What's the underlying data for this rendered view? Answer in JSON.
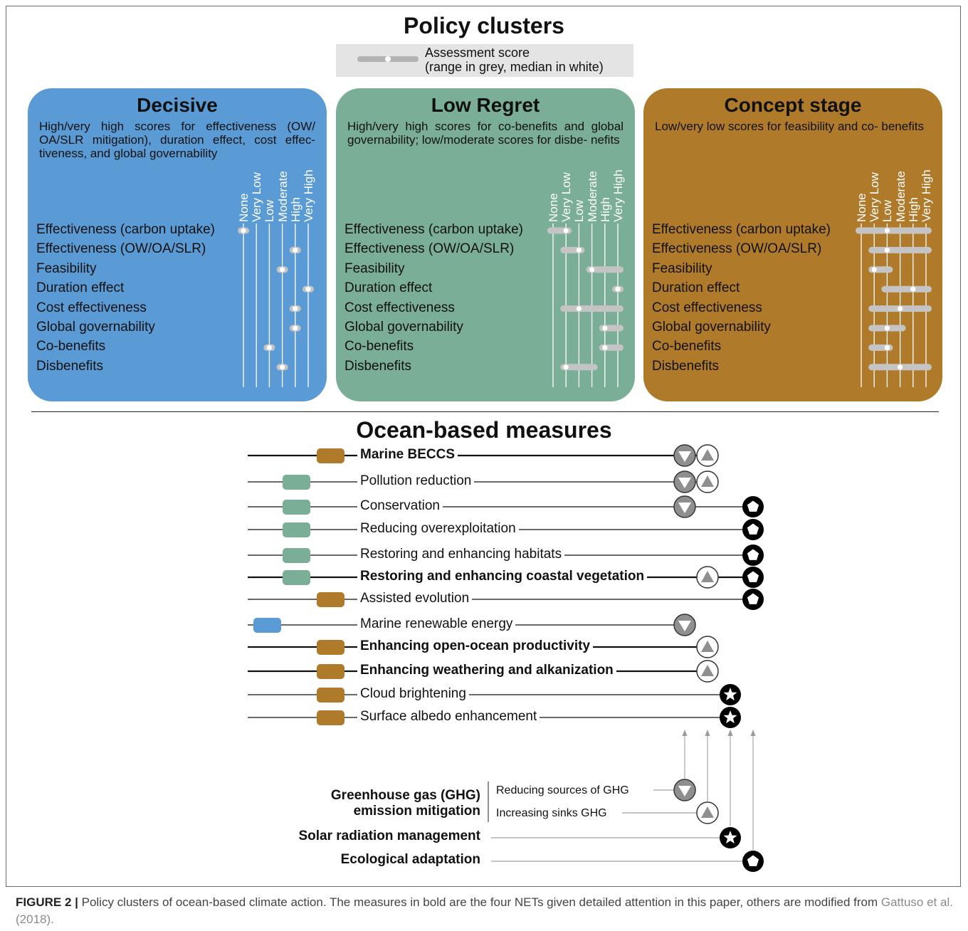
{
  "title": "Policy clusters",
  "legend": {
    "line1": "Assessment score",
    "line2": "(range in grey, median in white)"
  },
  "scale_labels": [
    "None",
    "Very Low",
    "Low",
    "Moderate",
    "High",
    "Very High"
  ],
  "criteria": [
    "Effectiveness (carbon uptake)",
    "Effectiveness (OW/OA/SLR)",
    "Feasibility",
    "Duration effect",
    "Cost effectiveness",
    "Global governability",
    "Co-benefits",
    "Disbenefits"
  ],
  "clusters": [
    {
      "name": "Decisive",
      "color": "#5b9bd5",
      "description": "High/very high scores for effectiveness (OW/ OA/SLR mitigation), duration effect, cost effec- tiveness, and global governability",
      "scores": [
        {
          "range": [
            0,
            0
          ],
          "median": 0
        },
        {
          "range": [
            4,
            4
          ],
          "median": 4
        },
        {
          "range": [
            3,
            3
          ],
          "median": 3
        },
        {
          "range": [
            5,
            5
          ],
          "median": 5
        },
        {
          "range": [
            4,
            4
          ],
          "median": 4
        },
        {
          "range": [
            4,
            4
          ],
          "median": 4
        },
        {
          "range": [
            2,
            2
          ],
          "median": 2
        },
        {
          "range": [
            3,
            3
          ],
          "median": 3
        }
      ]
    },
    {
      "name": "Low Regret",
      "color": "#7aae96",
      "description": "High/very high scores for co-benefits and global governability; low/moderate scores for disbe- nefits",
      "scores": [
        {
          "range": [
            0,
            1
          ],
          "median": 1
        },
        {
          "range": [
            1,
            2
          ],
          "median": 2
        },
        {
          "range": [
            3,
            5
          ],
          "median": 3
        },
        {
          "range": [
            5,
            5
          ],
          "median": 5
        },
        {
          "range": [
            1,
            5
          ],
          "median": 2
        },
        {
          "range": [
            4,
            5
          ],
          "median": 4
        },
        {
          "range": [
            4,
            5
          ],
          "median": 4
        },
        {
          "range": [
            1,
            3
          ],
          "median": 1
        }
      ]
    },
    {
      "name": "Concept stage",
      "color": "#b07a2b",
      "description": "Low/very low scores for feasibility and co- benefits",
      "scores": [
        {
          "range": [
            0,
            5
          ],
          "median": 2
        },
        {
          "range": [
            1,
            5
          ],
          "median": 2
        },
        {
          "range": [
            1,
            2
          ],
          "median": 1
        },
        {
          "range": [
            2,
            5
          ],
          "median": 4
        },
        {
          "range": [
            1,
            5
          ],
          "median": 3
        },
        {
          "range": [
            1,
            3
          ],
          "median": 2
        },
        {
          "range": [
            1,
            2
          ],
          "median": 2
        },
        {
          "range": [
            1,
            5
          ],
          "median": 3
        }
      ]
    }
  ],
  "measures_title": "Ocean-based measures",
  "measures": [
    {
      "name": "Marine BECCS",
      "bold": true,
      "cluster": "Concept stage",
      "types": [
        "reduce",
        "sink"
      ]
    },
    {
      "name": "Pollution reduction",
      "bold": false,
      "cluster": "Low Regret",
      "types": [
        "reduce",
        "sink"
      ]
    },
    {
      "name": "Conservation",
      "bold": false,
      "cluster": "Low Regret",
      "types": [
        "reduce",
        "adapt"
      ]
    },
    {
      "name": "Reducing overexploitation",
      "bold": false,
      "cluster": "Low Regret",
      "types": [
        "adapt"
      ]
    },
    {
      "name": "Restoring and enhancing habitats",
      "bold": false,
      "cluster": "Low Regret",
      "types": [
        "adapt"
      ]
    },
    {
      "name": "Restoring and enhancing coastal vegetation",
      "bold": true,
      "cluster": "Low Regret",
      "types": [
        "sink",
        "adapt"
      ]
    },
    {
      "name": "Assisted evolution",
      "bold": false,
      "cluster": "Concept stage",
      "types": [
        "adapt"
      ]
    },
    {
      "name": "Marine renewable energy",
      "bold": false,
      "cluster": "Decisive",
      "types": [
        "reduce"
      ]
    },
    {
      "name": "Enhancing open-ocean productivity",
      "bold": true,
      "cluster": "Concept stage",
      "types": [
        "sink"
      ]
    },
    {
      "name": "Enhancing weathering and alkanization",
      "bold": true,
      "cluster": "Concept stage",
      "types": [
        "sink"
      ]
    },
    {
      "name": "Cloud brightening",
      "bold": false,
      "cluster": "Concept stage",
      "types": [
        "srm"
      ]
    },
    {
      "name": "Surface albedo enhancement",
      "bold": false,
      "cluster": "Concept stage",
      "types": [
        "srm"
      ]
    }
  ],
  "categories": {
    "ghg_line1": "Greenhouse gas (GHG)",
    "ghg_line2": "emission mitigation",
    "reduce": "Reducing sources of GHG",
    "sink": "Increasing sinks GHG",
    "srm": "Solar radiation management",
    "adapt": "Ecological adaptation"
  },
  "caption": {
    "label": "FIGURE 2 |",
    "text": " Policy clusters of ocean-based climate action. The measures in bold are the four NETs given detailed attention in this paper, others are modified from ",
    "ref": "Gattuso et al. (2018)",
    "end": "."
  }
}
